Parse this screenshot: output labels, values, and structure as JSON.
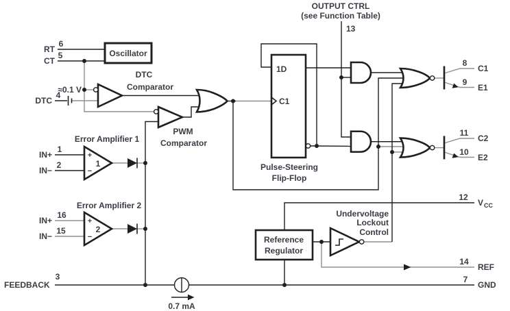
{
  "blocks": {
    "oscillator": {
      "label": "Oscillator"
    },
    "dtc_comparator": {
      "title1": "DTC",
      "title2": "Comparator"
    },
    "pwm_comparator": {
      "title1": "PWM",
      "title2": "Comparator"
    },
    "error_amplifier_1": {
      "title": "Error Amplifier 1",
      "gain_label": "1",
      "plus": "+",
      "minus": "−"
    },
    "error_amplifier_2": {
      "title": "Error Amplifier 2",
      "gain_label": "2",
      "plus": "+",
      "minus": "−"
    },
    "flip_flop": {
      "title1": "Pulse-Steering",
      "title2": "Flip-Flop",
      "d_label": "1D",
      "clock_label": "C1"
    },
    "reference_regulator": {
      "title1": "Reference",
      "title2": "Regulator"
    },
    "uvlo": {
      "title1": "Undervoltage",
      "title2": "Lockout",
      "title3": "Control"
    }
  },
  "pins": {
    "rt": {
      "name": "RT",
      "number": "6"
    },
    "ct": {
      "name": "CT",
      "number": "5"
    },
    "dtc": {
      "name": "DTC",
      "number": "4"
    },
    "ea1_in_plus": {
      "name": "IN+",
      "number": "1"
    },
    "ea1_in_minus": {
      "name": "IN−",
      "number": "2"
    },
    "ea2_in_plus": {
      "name": "IN+",
      "number": "16"
    },
    "ea2_in_minus": {
      "name": "IN−",
      "number": "15"
    },
    "feedback": {
      "name": "FEEDBACK",
      "number": "3"
    },
    "output_ctrl": {
      "name1": "OUTPUT CTRL",
      "name2": "(see Function Table)",
      "number": "13"
    },
    "c1": {
      "name": "C1",
      "number": "8"
    },
    "e1": {
      "name": "E1",
      "number": "9"
    },
    "c2": {
      "name": "C2",
      "number": "11"
    },
    "e2": {
      "name": "E2",
      "number": "10"
    },
    "vcc": {
      "name_main": "V",
      "name_sub": "CC",
      "number": "12"
    },
    "ref": {
      "name": "REF",
      "number": "14"
    },
    "gnd": {
      "name": "GND",
      "number": "7"
    }
  },
  "annotations": {
    "offset_voltage": "≈0.1 V",
    "sink_current": "0.7 mA"
  },
  "colors": {
    "wire_black": "#1f1f1f",
    "wire_gray": "#8f8f8f",
    "text": "#383c44",
    "background": "#ffffff"
  }
}
